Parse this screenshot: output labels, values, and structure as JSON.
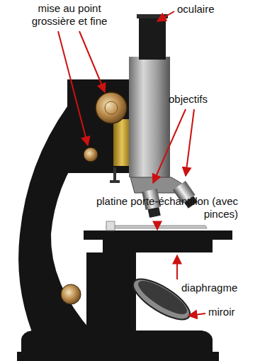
{
  "diagram": {
    "labels": [
      "mise au point grossière et fine",
      "oculaire",
      "objectifs",
      "platine porte-échantillon (avec pinces)",
      "diaphragme",
      "miroir"
    ]
  }
}
